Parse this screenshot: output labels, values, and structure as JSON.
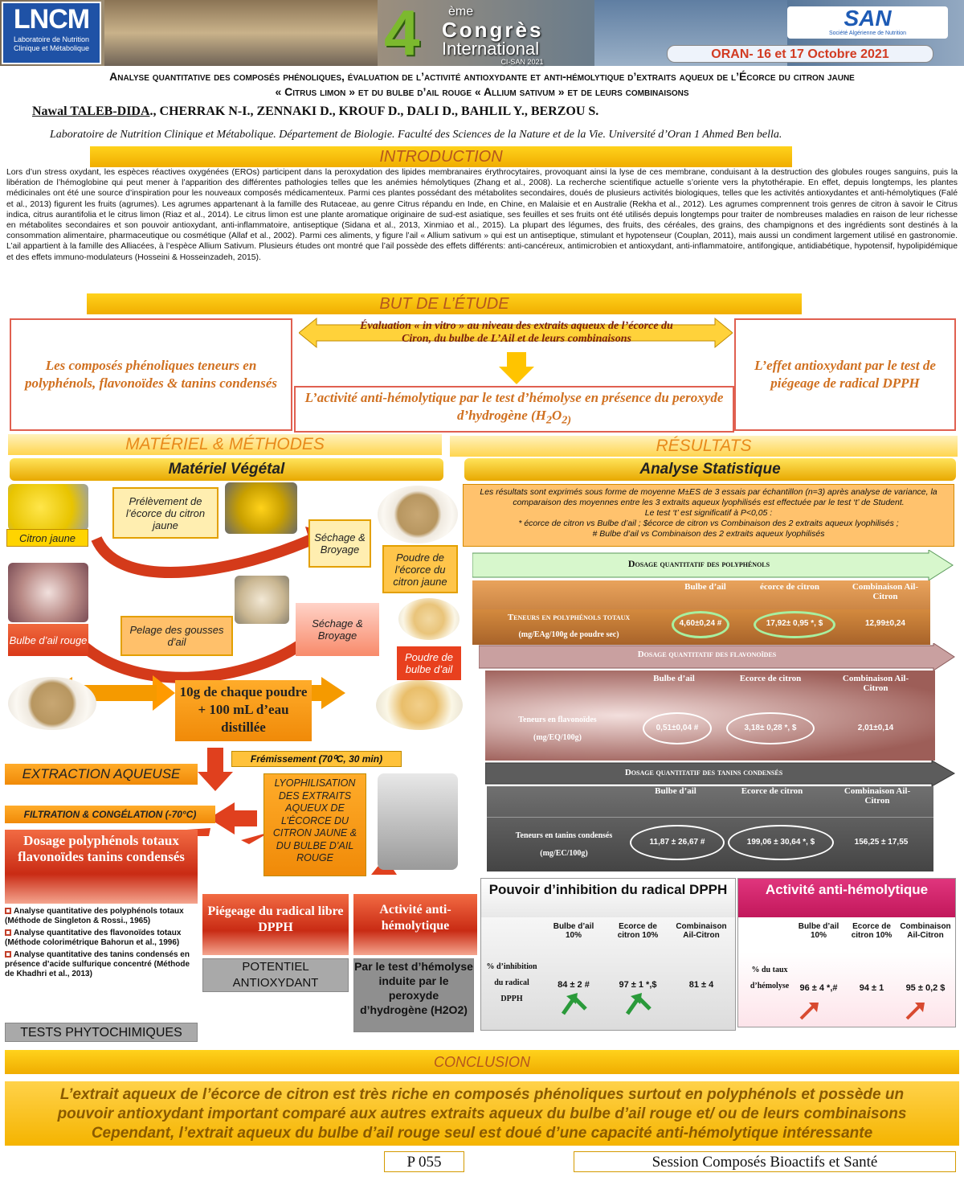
{
  "banner": {
    "logo_big": "LNCM",
    "logo_sub1": "Laboratoire de Nutrition",
    "logo_sub2": "Clinique et Métabolique",
    "four": "4",
    "eme": "ème",
    "congres": "Congrès",
    "international": "International",
    "cisan": "CI-SAN 2021",
    "san_logo": "SAN",
    "san_sub": "Société Algérienne de Nutrition",
    "date": "ORAN- 16 et 17 Octobre 2021"
  },
  "title": {
    "line1": "Analyse quantitative des composés phénoliques, évaluation de l’activité antioxydante et anti-hémolytique d’extraits aqueux de l’Écorce du citron jaune",
    "line2": "« Citrus limon » et du bulbe d’ail rouge « Allium sativum » et de leurs combinaisons"
  },
  "authors": {
    "lead": "Nawal TALEB-DIDA",
    "rest": "., CHERRAK N-I., ZENNAKI D., KROUF D., DALI D., BAHLIL Y., BERZOU S."
  },
  "affiliation": "Laboratoire de Nutrition Clinique et Métabolique. Département de Biologie. Faculté des Sciences de la Nature et de la Vie. Université d’Oran 1 Ahmed Ben bella.",
  "intro": {
    "heading": "INTRODUCTION",
    "text": "Lors d’un stress oxydant, les espèces réactives oxygénées (EROs) participent dans la peroxydation des lipides membranaires érythrocytaires, provoquant ainsi la lyse de ces membrane, conduisant à la destruction des globules rouges sanguins, puis la libération de l’hémoglobine qui peut mener à l’apparition des différentes pathologies telles que les anémies hémolytiques (Zhang et al., 2008). La recherche scientifique actuelle s’oriente vers la phytothérapie. En effet, depuis longtemps, les plantes médicinales ont été une source d’inspiration pour les nouveaux composés médicamenteux. Parmi ces plantes possédant des métabolites secondaires, doués de plusieurs activités biologiques, telles que les activités antioxydantes et anti-hémolytiques (Falé et al., 2013) figurent les fruits (agrumes). Les agrumes appartenant à la famille des Rutaceae, au genre Citrus répandu en Inde, en Chine, en Malaisie et en Australie (Rekha et al., 2012). Les agrumes comprennent trois genres de citron à savoir le Citrus indica, citrus aurantifolia et le citrus limon (Riaz et al., 2014). Le citrus limon est une plante aromatique originaire de sud-est asiatique, ses feuilles et ses fruits ont été utilisés depuis longtemps pour traiter de nombreuses maladies en raison de leur richesse en métabolites secondaires et son pouvoir antioxydant, anti-inflammatoire, antiseptique (Sidana et al., 2013, Xinmiao et al., 2015). La plupart des légumes, des fruits, des céréales, des grains, des champignons et des ingrédients sont destinés à la consommation alimentaire, pharmaceutique ou cosmétique (Allaf et al., 2002). Parmi ces aliments, y figure l’ail « Allium sativum » qui est un antiseptique, stimulant et hypotenseur (Couplan, 2011), mais aussi un condiment largement utilisé en gastronomie. L’ail appartient à la famille des Alliacées, à l’espèce Allium Sativum. Plusieurs études ont montré que l’ail possède des effets différents: anti-cancéreux, antimicrobien et antioxydant, anti-inflammatoire, antifongique, antidiabétique, hypotensif, hypolipidémique et des effets immuno-modulateurs (Hosseini & Hosseinzadeh, 2015)."
  },
  "but": {
    "heading": "BUT DE L’ÉTUDE",
    "center_l1": "Évaluation « in vitro » au niveau des extraits aqueux de l’écorce du",
    "center_l2": "Ciron, du bulbe de L’Ail et de leurs combinaisons",
    "left": "Les composés phénoliques teneurs en polyphénols, flavonoïdes & tanins condensés",
    "right": "L’effet antioxydant par le test de piégeage de radical DPPH",
    "bottom_main": "L’activité anti-hémolytique par le test d’hémolyse en présence du peroxyde d’hydrogène (H",
    "bottom_h2": "2",
    "bottom_o": "O",
    "bottom_o2": "2)"
  },
  "methods": {
    "heading": "MATÉRIEL & MÉTHODES",
    "sub": "Matériel Végétal",
    "citron": "Citron jaune",
    "prelev": "Prélèvement de l’écorce du citron jaune",
    "sechage": "Séchage & Broyage",
    "poudre_citron": "Poudre de l’écorce du citron jaune",
    "bulbe": "Bulbe d’ail rouge",
    "pelage": "Pelage des gousses d’ail",
    "sechage2": "Séchage & Broyage",
    "poudre_bulbe": "Poudre de bulbe d’ail",
    "mix": "10g de chaque poudre + 100 mL d’eau distillée",
    "fremis": "Frémissement (70⁰C, 30 min)",
    "extraction": "EXTRACTION AQUEUSE",
    "filtration": "FILTRATION & CONGÉLATION (-70°C)",
    "lyophil": "LYOPHILISATION DES EXTRAITS AQUEUX DE L’ÉCORCE DU CITRON JAUNE & DU BULBE D’AIL ROUGE",
    "dosage": "Dosage polyphénols totaux flavonoïdes tanins condensés",
    "list": [
      {
        "t": "Analyse quantitative des polyphénols totaux (Méthode de Singleton & Rossi., 1965)"
      },
      {
        "t": "Analyse quantitative des flavonoïdes totaux (Méthode colorimétrique Bahorun et al., 1996)"
      },
      {
        "t": "Analyse quantitative des tanins condensés en présence d’acide sulfurique concentré (Méthode de Khadhri et al., 2013)"
      }
    ],
    "tests": "TESTS PHYTOCHIMIQUES",
    "piegeage": "Piégeage du radical libre DPPH",
    "activite": "Activité anti-hémolytique",
    "potentiel": "POTENTIEL ANTIOXYDANT",
    "partest": "Par le test d’hémolyse induite par le peroxyde d’hydrogène (H2O2)"
  },
  "results": {
    "heading": "RÉSULTATS",
    "sub": "Analyse Statistique",
    "note_l1": "Les résultats sont exprimés sous forme de moyenne M±ES de 3 essais par échantillon (n=3) après analyse de variance, la",
    "note_l2": "comparaison des moyennes entre les 3 extraits aqueux lyophilisés est effectuée par le test ‘t’ de Student.",
    "note_l3": "Le test ‘t’ est significatif à P<0,05 :",
    "note_l4": "* écorce de citron vs Bulbe d’ail ; $écorce de citron vs Combinaison des 2 extraits aqueux lyophilisés ;",
    "note_l5": "# Bulbe d’ail vs Combinaison des 2 extraits aqueux lyophilisés",
    "poly": {
      "title": "Dosage quantitatif des polyphénols",
      "cols": [
        "Bulbe d’ail",
        "écorce de citron",
        "Combinaison Ail-Citron"
      ],
      "row_l1": "Teneurs en polyphénols totaux",
      "row_l2": "(mg/EAg/100g de poudre sec)",
      "vals": [
        "4,60±0,24 #",
        "17,92± 0,95 *, $",
        "12,99±0,24"
      ]
    },
    "flav": {
      "title": "Dosage quantitatif des flavonoïdes",
      "cols": [
        "Bulbe d’ail",
        "Ecorce de citron",
        "Combinaison Ail-Citron"
      ],
      "row_l1": "Teneurs en flavonoïdes",
      "row_l2": "(mg/EQ/100g)",
      "vals": [
        "0,51±0,04 #",
        "3,18± 0,28 *, $",
        "2,01±0,14"
      ]
    },
    "tan": {
      "title": "Dosage quantitatif des tanins condensés",
      "cols": [
        "Bulbe d’ail",
        "Ecorce de citron",
        "Combinaison Ail-Citron"
      ],
      "row_l1": "Teneurs en tanins condensés",
      "row_l2": "(mg/EC/100g)",
      "vals": [
        "11,87 ± 26,67 #",
        "199,06 ± 30,64 *, $",
        "156,25 ± 17,55"
      ]
    },
    "dpph": {
      "title": "Pouvoir d’inhibition du radical DPPH",
      "cols": [
        "Bulbe d’ail 10%",
        "Ecorce de citron 10%",
        "Combinaison Ail-Citron"
      ],
      "row": "% d’inhibition du radical DPPH",
      "vals": [
        "84 ± 2 #",
        "97 ± 1 *,$",
        "81 ± 4"
      ]
    },
    "hemo": {
      "title": "Activité anti-hémolytique",
      "cols": [
        "Bulbe d’ail 10%",
        "Ecorce de citron 10%",
        "Combinaison Ail-Citron"
      ],
      "row": "% du taux d’hémolyse",
      "vals": [
        "96 ± 4 *,#",
        "94 ± 1",
        "95 ± 0,2 $"
      ]
    }
  },
  "conclusion": {
    "heading": "CONCLUSION",
    "l1": "L’extrait aqueux de l’écorce de citron est très riche en composés phénoliques surtout en polyphénols et possède un",
    "l2": "pouvoir antioxydant important comparé aux autres extraits aqueux du bulbe d’ail rouge et/ ou de leurs combinaisons",
    "l3": "Cependant, l’extrait aqueux du bulbe d’ail rouge seul est doué d’une capacité anti-hémolytique intéressante"
  },
  "footer": {
    "code": "P 055",
    "session": "Session Composés Bioactifs et Santé"
  },
  "colors": {
    "gold": "#ffd21c",
    "orange": "#f08a08",
    "red": "#d93818"
  }
}
